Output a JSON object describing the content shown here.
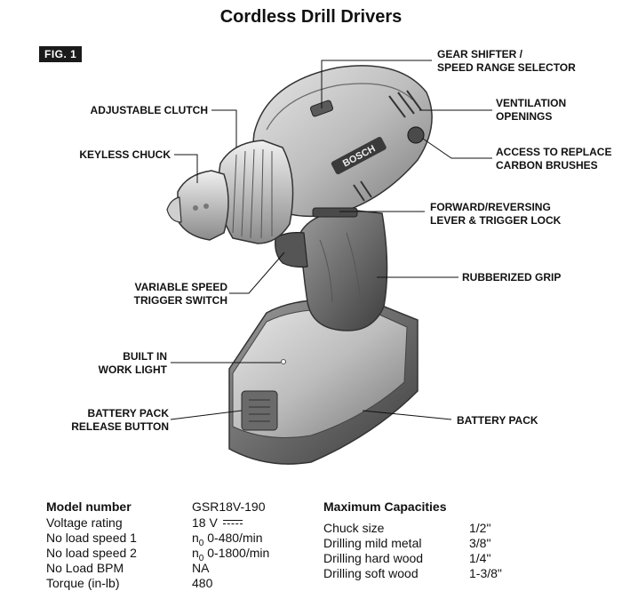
{
  "title": "Cordless Drill Drivers",
  "figure_label": "FIG. 1",
  "callouts": {
    "gear_shifter": [
      "GEAR SHIFTER /",
      "SPEED RANGE SELECTOR"
    ],
    "adjustable_clutch": [
      "ADJUSTABLE CLUTCH"
    ],
    "ventilation": [
      "VENTILATION",
      "OPENINGS"
    ],
    "keyless_chuck": [
      "KEYLESS CHUCK"
    ],
    "carbon_brushes": [
      "ACCESS TO REPLACE",
      "CARBON BRUSHES"
    ],
    "forward_reversing": [
      "FORWARD/REVERSING",
      "LEVER & TRIGGER LOCK"
    ],
    "rubberized_grip": [
      "RUBBERIZED GRIP"
    ],
    "variable_speed": [
      "VARIABLE SPEED",
      "TRIGGER SWITCH"
    ],
    "work_light": [
      "BUILT IN",
      "WORK LIGHT"
    ],
    "battery_release": [
      "BATTERY PACK",
      "RELEASE BUTTON"
    ],
    "battery_pack": [
      "BATTERY PACK"
    ]
  },
  "brand_mark": "BOSCH",
  "specs": {
    "header_label": "Model number",
    "header_value": "GSR18V-190",
    "rows": [
      {
        "label": "Voltage rating",
        "value": "18 V"
      },
      {
        "label": "No load speed 1",
        "value_prefix": "n",
        "value_sub": "0",
        "value": " 0-480/min"
      },
      {
        "label": "No load speed 2",
        "value_prefix": "n",
        "value_sub": "0",
        "value": " 0-1800/min"
      },
      {
        "label": "No Load BPM",
        "value": "NA"
      },
      {
        "label": "Torque (in-lb)",
        "value": "480"
      }
    ]
  },
  "capacities": {
    "header": "Maximum Capacities",
    "rows": [
      {
        "label": "Chuck size",
        "value": "1/2\""
      },
      {
        "label": "Drilling mild metal",
        "value": "3/8\""
      },
      {
        "label": "Drilling hard wood",
        "value": "1/4\""
      },
      {
        "label": "Drilling soft wood",
        "value": "1-3/8\""
      }
    ]
  }
}
